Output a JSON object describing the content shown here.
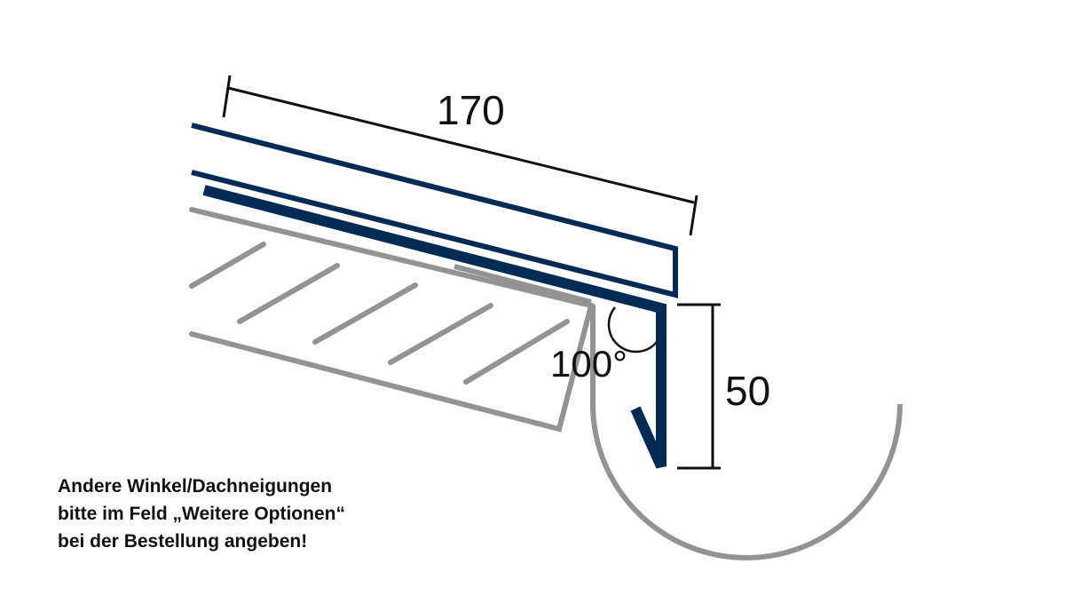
{
  "dimensions": {
    "length": "170",
    "height": "50",
    "angle": "100°"
  },
  "note": {
    "lines": [
      "Andere Winkel/Dachneigungen",
      "bitte im Feld „Weitere Optionen“",
      "bei der Bestellung angeben!"
    ]
  },
  "colors": {
    "profile": "#002b55",
    "context": "#939393",
    "dimension": "#111111"
  }
}
